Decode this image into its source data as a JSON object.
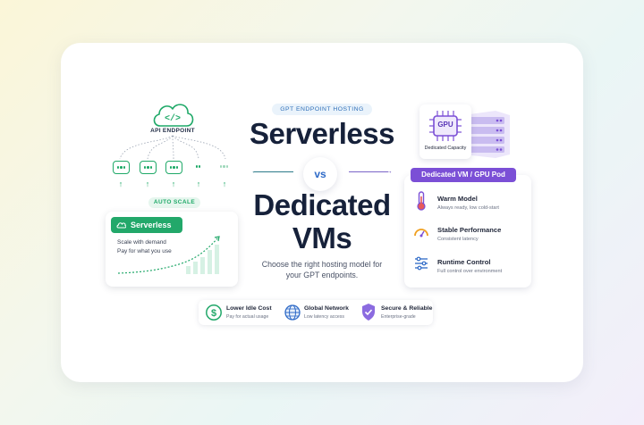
{
  "left": {
    "api_label": "API ENDPOINT",
    "auto_scale_label": "AUTO SCALE",
    "serverless_tag": "Serverless",
    "desc_line1": "Scale with demand",
    "desc_line2": "Pay for what you use"
  },
  "center": {
    "pill_label": "GPT ENDPOINT HOSTING",
    "title_line1": "Serverless",
    "vs_label": "vs",
    "title_line2": "Dedicated",
    "title_line3": "VMs",
    "sub_line1": "Choose the right hosting model for",
    "sub_line2": "your GPT endpoints."
  },
  "right": {
    "gpu_label": "GPU",
    "dedicated_capacity_label": "Dedicated Capacity",
    "vm_tag": "Dedicated VM / GPU Pod",
    "features": [
      {
        "title": "Warm Model",
        "subtitle": "Always ready, low cold-start",
        "icon": "thermometer-icon"
      },
      {
        "title": "Stable Performance",
        "subtitle": "Consistent latency",
        "icon": "gauge-icon"
      },
      {
        "title": "Runtime Control",
        "subtitle": "Full control over environment",
        "icon": "sliders-icon"
      }
    ]
  },
  "bottom": {
    "items": [
      {
        "title": "Lower Idle Cost",
        "subtitle": "Pay for actual usage",
        "icon": "dollar-icon"
      },
      {
        "title": "Global Network",
        "subtitle": "Low latency access",
        "icon": "globe-icon"
      },
      {
        "title": "Secure & Reliable",
        "subtitle": "Enterprise-grade",
        "icon": "shield-check-icon"
      }
    ]
  },
  "colors": {
    "serverless_green": "#22a86a",
    "dedicated_purple": "#7b4fd6",
    "title_navy": "#16213a",
    "accent_blue": "#2e6ac7"
  }
}
